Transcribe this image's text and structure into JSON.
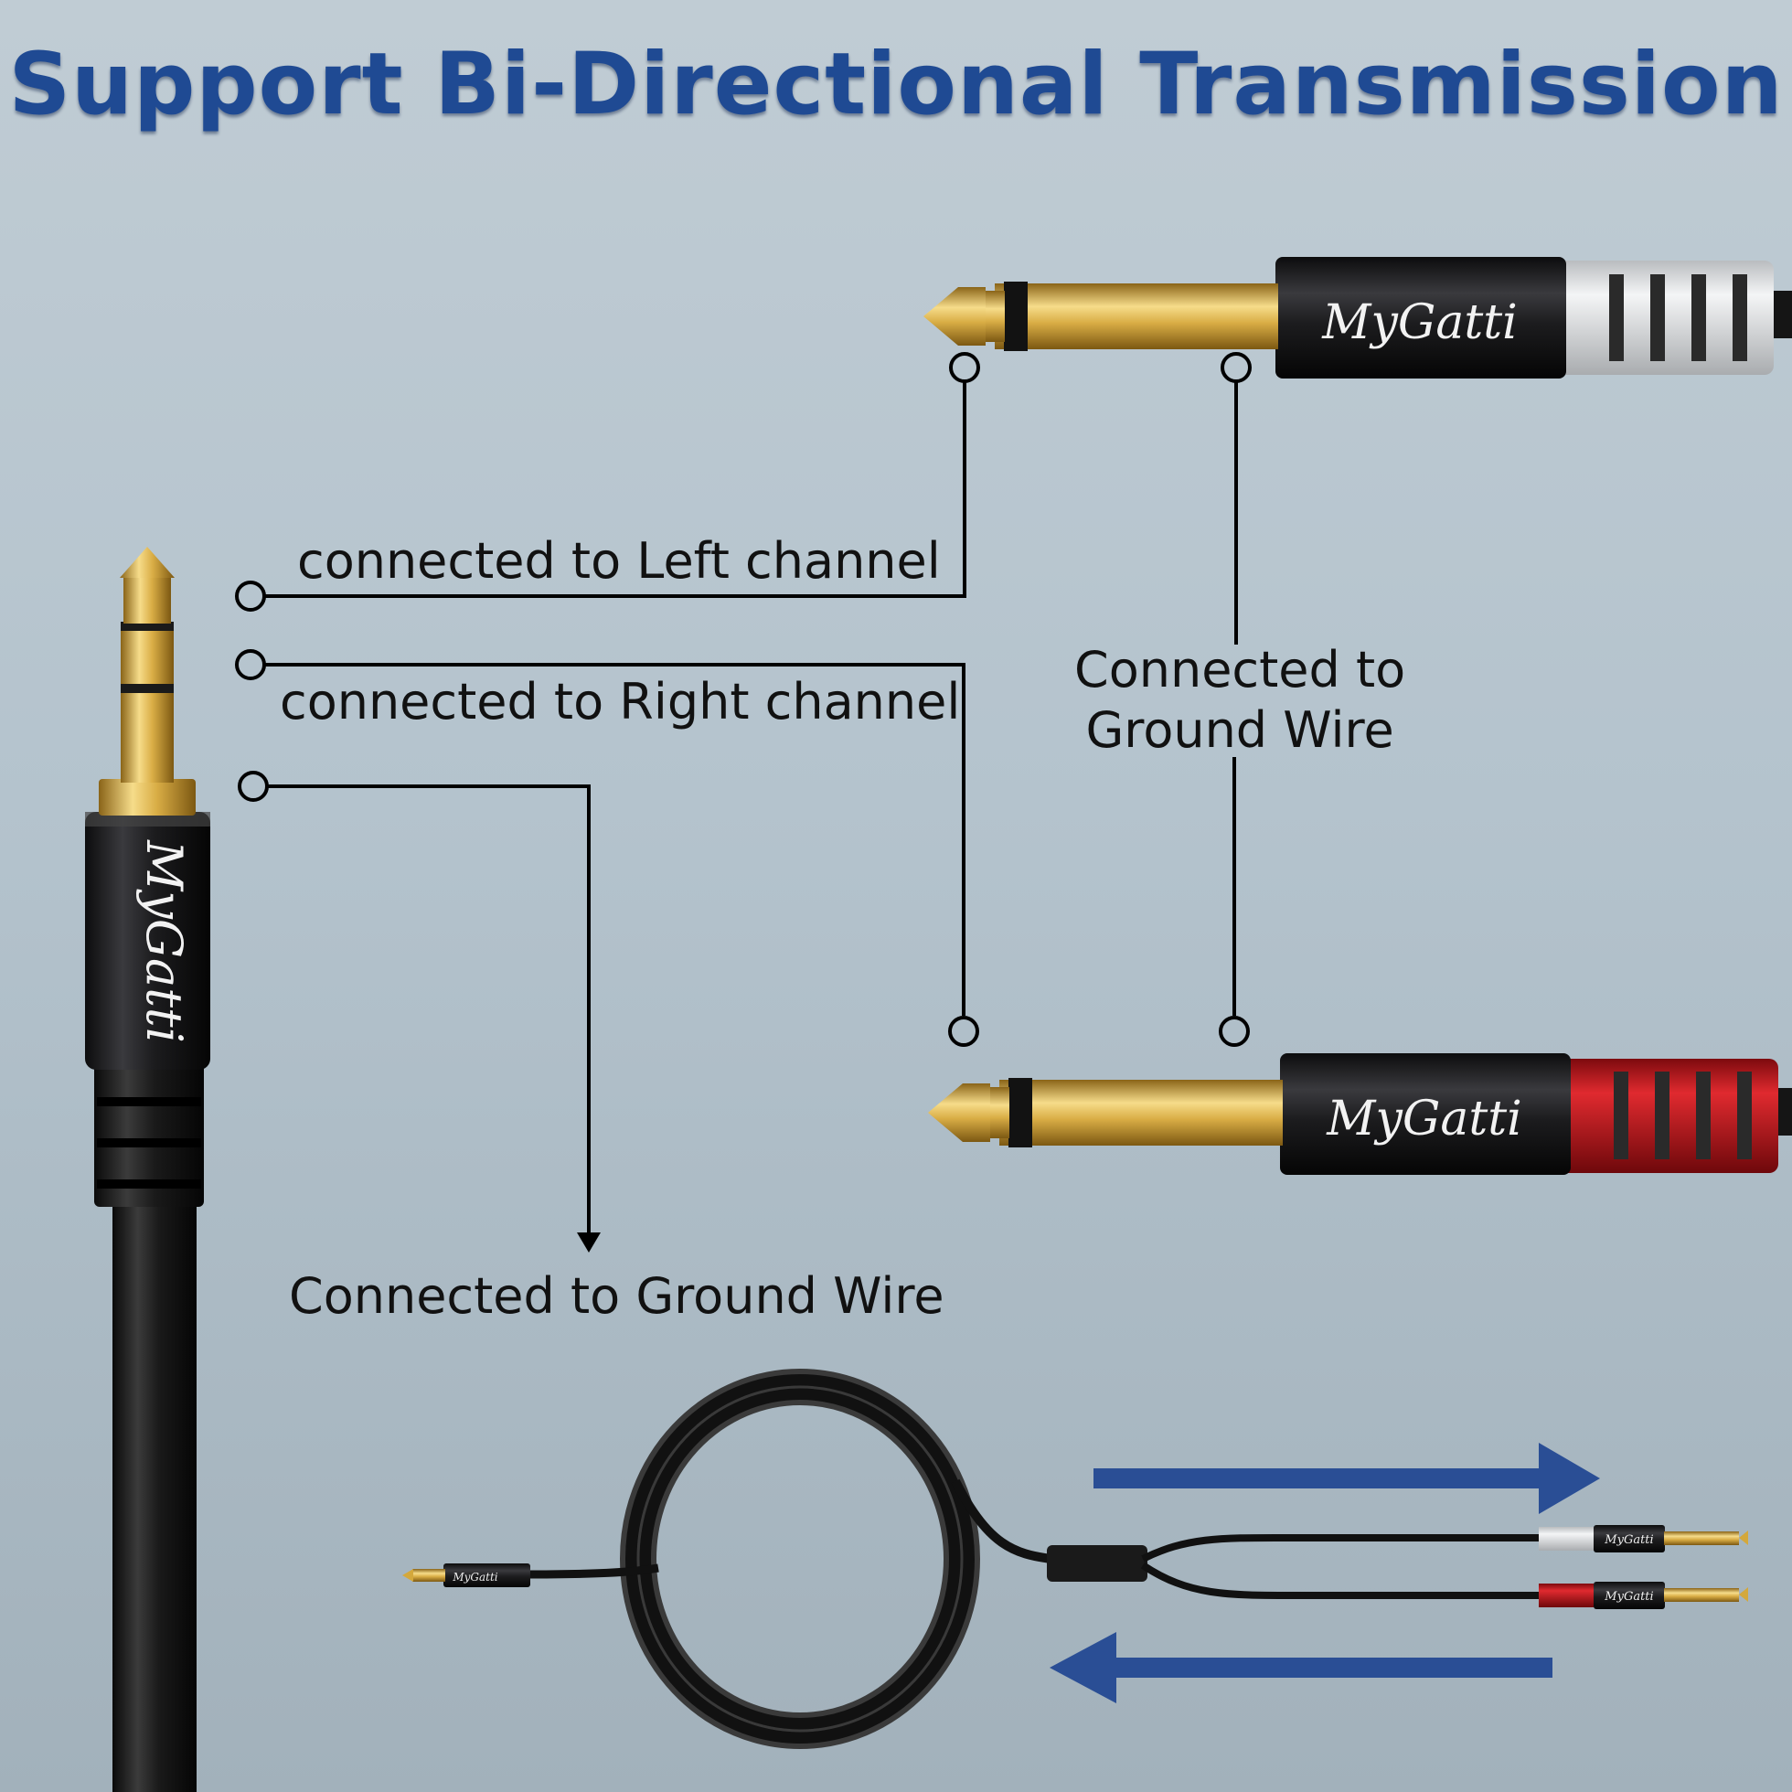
{
  "title": "Support Bi-Directional Transmission",
  "labels": {
    "left_channel": "connected to Left channel",
    "right_channel": "connected to Right channel",
    "ground_bottom": "Connected to Ground Wire",
    "ground_right_line1": "Connected to",
    "ground_right_line2": "Ground Wire"
  },
  "brand_logo_text": "MyGatti",
  "colors": {
    "title": "#1f4a93",
    "arrow": "#2a4e95",
    "gold": "#d4a83c",
    "connector_body": "#1e1e20",
    "strain_relief_white": "#e4e6e8",
    "strain_relief_red": "#c0151b",
    "cable": "#151515"
  },
  "arrows": [
    "right",
    "left"
  ]
}
